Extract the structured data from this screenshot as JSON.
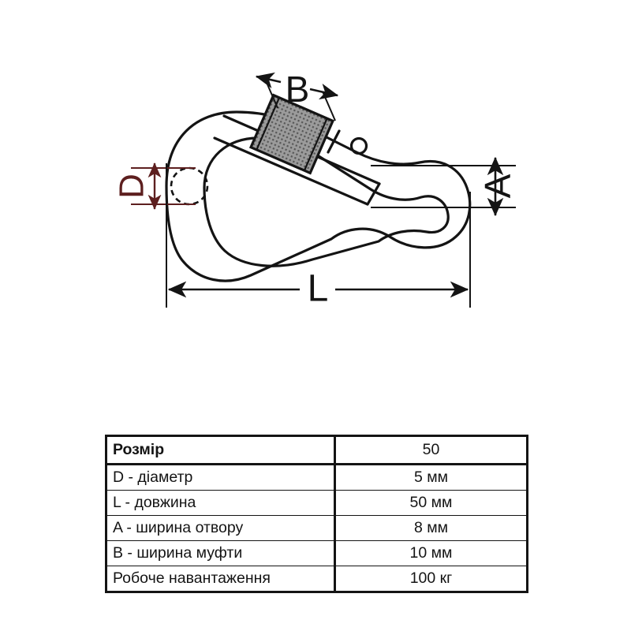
{
  "diagram": {
    "title": "carabiner-dimension-drawing",
    "labels": {
      "d": "D",
      "l": "L",
      "a": "A",
      "b": "B"
    },
    "colors": {
      "line": "#141414",
      "d_label": "#5d1f1f",
      "sleeve_fill": "#9b9b9b",
      "background": "#ffffff"
    },
    "parts": {
      "body": "carabiner-body",
      "gate": "spring-gate",
      "sleeve": "screw-lock-sleeve",
      "rivet": "gate-rivet-hole",
      "wire_section": "wire-cross-section-circle"
    }
  },
  "table": {
    "columns": [
      "Розмір",
      "50"
    ],
    "rows": [
      {
        "label": "Розмір",
        "value": "50",
        "header": true
      },
      {
        "label": "D - діаметр",
        "value": "5 мм",
        "header": false
      },
      {
        "label": "L - довжина",
        "value": "50 мм",
        "header": false
      },
      {
        "label": "A - ширина отвору",
        "value": "8 мм",
        "header": false
      },
      {
        "label": "B - ширина муфти",
        "value": "10 мм",
        "header": false
      },
      {
        "label": "Робоче навантаження",
        "value": "100 кг",
        "header": false
      }
    ]
  }
}
